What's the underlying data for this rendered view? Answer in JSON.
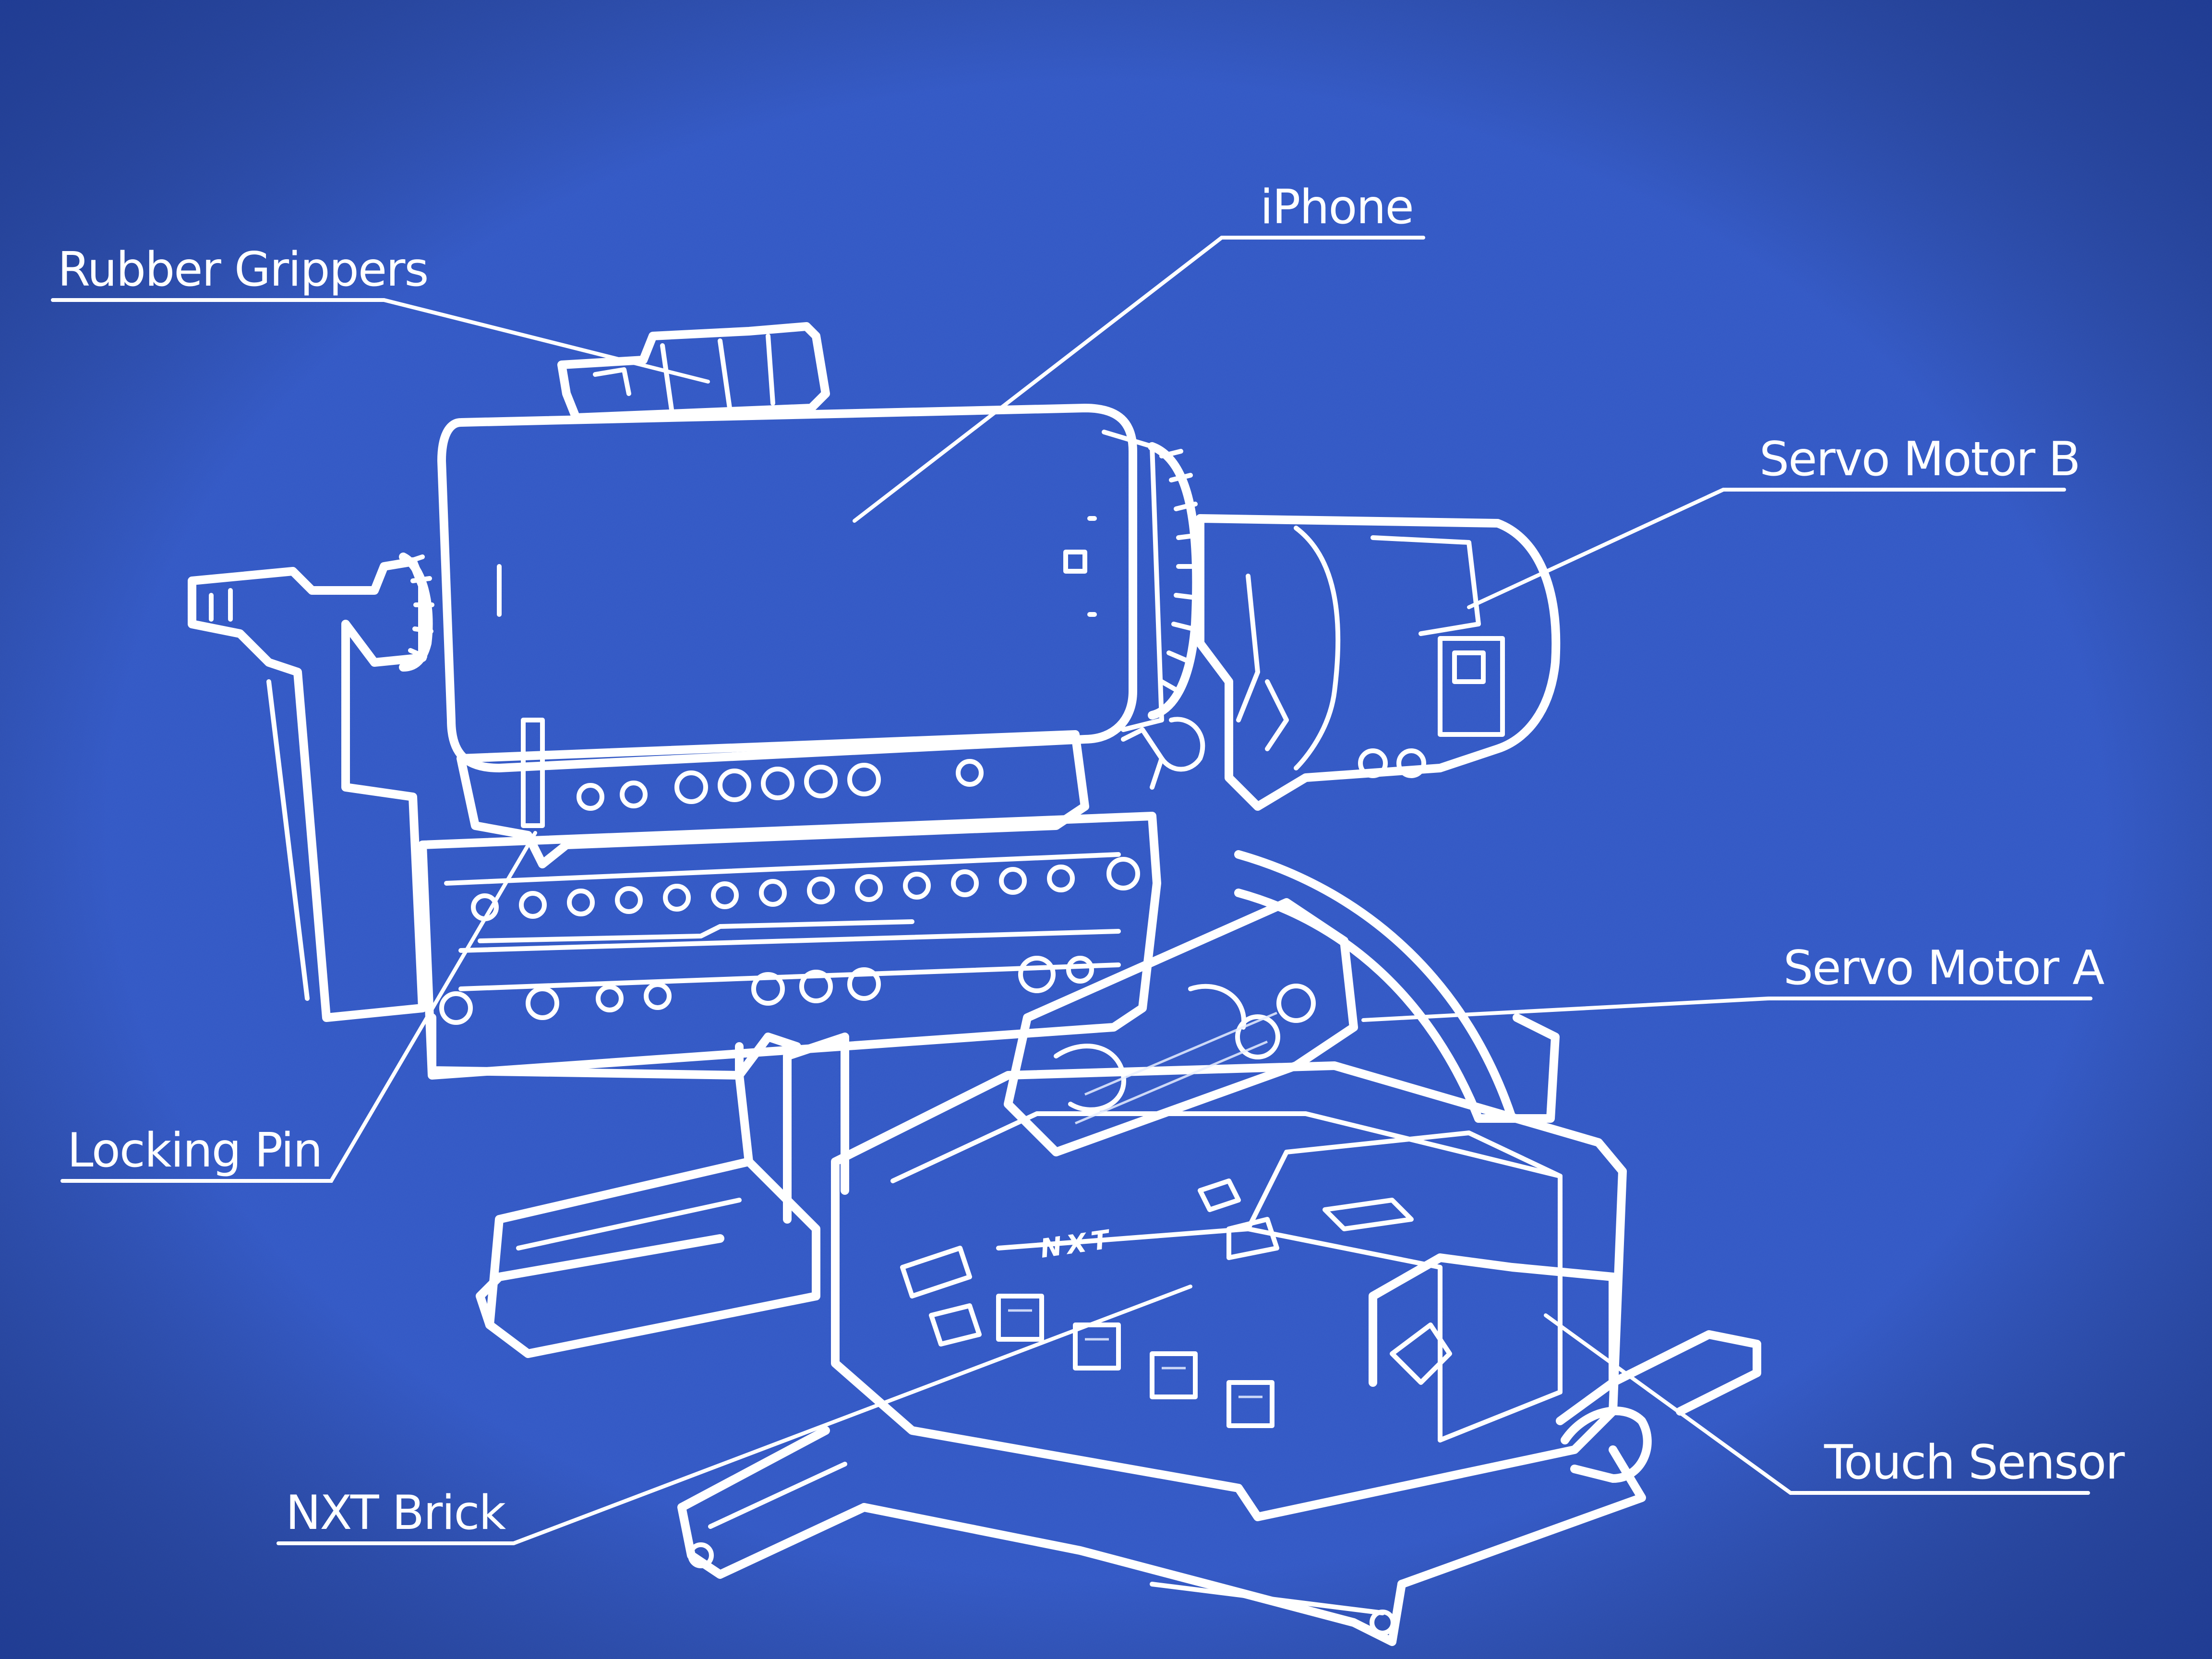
{
  "colors": {
    "background": "#2d54c4",
    "ink": "#ffffff"
  },
  "labels": {
    "iphone": "iPhone",
    "rubber_grippers": "Rubber Grippers",
    "servo_motor_b": "Servo Motor B",
    "servo_motor_a": "Servo Motor A",
    "locking_pin": "Locking Pin",
    "nxt_brick": "NXT Brick",
    "touch_sensor": "Touch Sensor",
    "nxt_logo": "NXT"
  }
}
